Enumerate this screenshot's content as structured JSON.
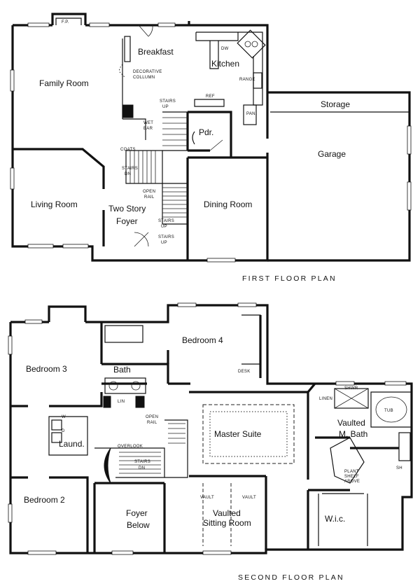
{
  "first_floor": {
    "title": "FIRST  FLOOR  PLAN",
    "rooms": {
      "family_room": "Family Room",
      "breakfast": "Breakfast",
      "kitchen": "Kitchen",
      "storage": "Storage",
      "garage": "Garage",
      "living_room": "Living Room",
      "foyer_line1": "Two Story",
      "foyer_line2": "Foyer",
      "dining_room": "Dining Room",
      "powder": "Pdr."
    },
    "notes": {
      "fireplace": "F.P.",
      "dishwasher": "DW",
      "decorative_column_1": "DECORATIVE",
      "decorative_column_2": "COLLUMN",
      "range": "RANGE",
      "stairs_up_1": "STAIRS",
      "stairs_up_2": "UP",
      "refrigerator": "REF",
      "pantry": "PAN.",
      "wet_bar_1": "WET",
      "wet_bar_2": "BAR",
      "coats": "COATS",
      "stairs_dn_1": "STAIRS",
      "stairs_dn_2": "DN",
      "open_rail_1": "OPEN",
      "open_rail_2": "RAIL",
      "stairs_up_b_1": "STAIRS",
      "stairs_up_b_2": "UP",
      "stairs_up_c_1": "STAIRS",
      "stairs_up_c_2": "UP"
    }
  },
  "second_floor": {
    "title": "SECOND  FLOOR  PLAN",
    "rooms": {
      "bedroom4": "Bedroom 4",
      "bedroom3": "Bedroom 3",
      "bath": "Bath",
      "master_suite": "Master Suite",
      "vaulted_bath_1": "Vaulted",
      "vaulted_bath_2": "M. Bath",
      "laundry": "Laund.",
      "bedroom2": "Bedroom 2",
      "foyer_below_1": "Foyer",
      "foyer_below_2": "Below",
      "sitting_1": "Vaulted",
      "sitting_2": "Sitting Room",
      "walkin": "W.i.c."
    },
    "notes": {
      "linen_1": "LIN",
      "desk": "DESK",
      "linen_2": "LINEN",
      "shower": "SHWR",
      "tub": "TUB",
      "open_rail_1": "OPEN",
      "open_rail_2": "RAIL",
      "overlook": "OVERLOOK",
      "stairs_dn_1": "STAIRS",
      "stairs_dn_2": "DN",
      "washer_dryer_1": "W",
      "washer_dryer_2": "D",
      "vault_1": "VAULT",
      "vault_2": "VAULT",
      "plant_shelf_1": "PLANT",
      "plant_shelf_2": "SHELF",
      "plant_shelf_3": "ABOVE",
      "shelf": "SH"
    }
  }
}
